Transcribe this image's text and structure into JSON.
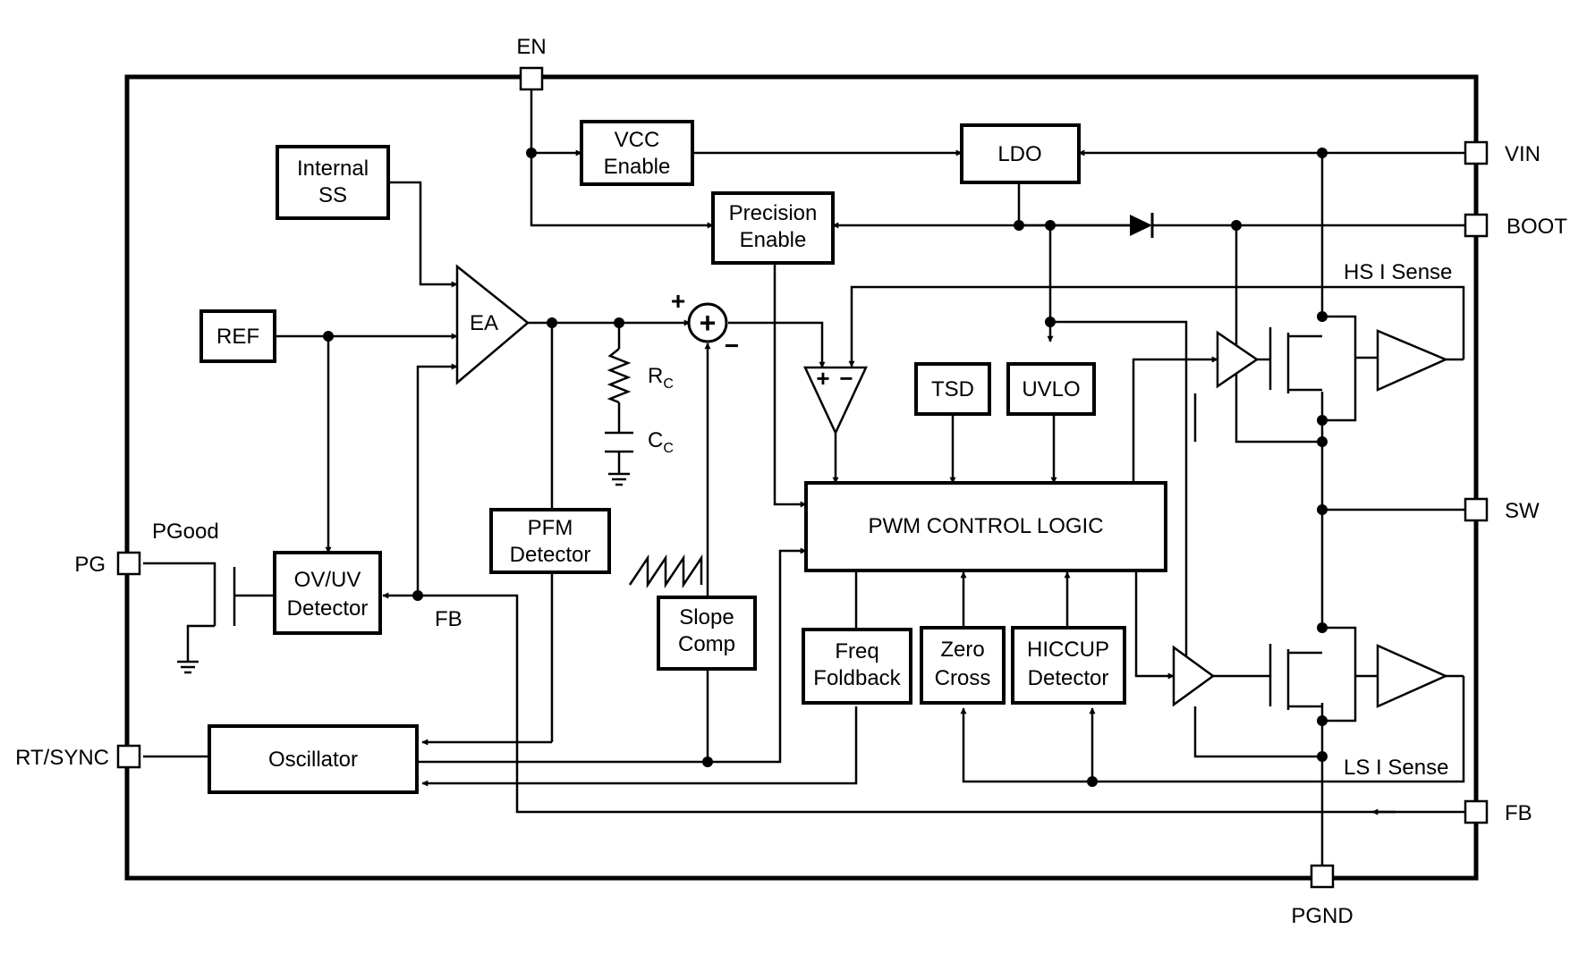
{
  "pins": {
    "en": "EN",
    "vin": "VIN",
    "boot": "BOOT",
    "sw": "SW",
    "fb_right": "FB",
    "pgnd": "PGND",
    "pg": "PG",
    "rt_sync": "RT/SYNC"
  },
  "blocks": {
    "internal_ss": [
      "Internal",
      "SS"
    ],
    "vcc_enable": [
      "VCC",
      "Enable"
    ],
    "ldo": "LDO",
    "precision_enable": [
      "Precision",
      "Enable"
    ],
    "ref": "REF",
    "ea": "EA",
    "tsd": "TSD",
    "uvlo": "UVLO",
    "pwm_control_logic": "PWM CONTROL LOGIC",
    "pfm_detector": [
      "PFM",
      "Detector"
    ],
    "ov_uv_detector": [
      "OV/UV",
      "Detector"
    ],
    "slope_comp": [
      "Slope",
      "Comp"
    ],
    "freq_foldback": [
      "Freq",
      "Foldback"
    ],
    "zero_cross": [
      "Zero",
      "Cross"
    ],
    "hiccup_detector": [
      "HICCUP",
      "Detector"
    ],
    "oscillator": "Oscillator"
  },
  "labels": {
    "pgood": "PGood",
    "fb_internal": "FB",
    "rc_main": "R",
    "rc_sub": "C",
    "cc_main": "C",
    "cc_sub": "C",
    "hs_i_sense": "HS I Sense",
    "ls_i_sense": "LS I Sense",
    "plus": "+",
    "minus": "−",
    "sum_plus": "+",
    "cmp_plus": "+",
    "cmp_minus": "−"
  }
}
